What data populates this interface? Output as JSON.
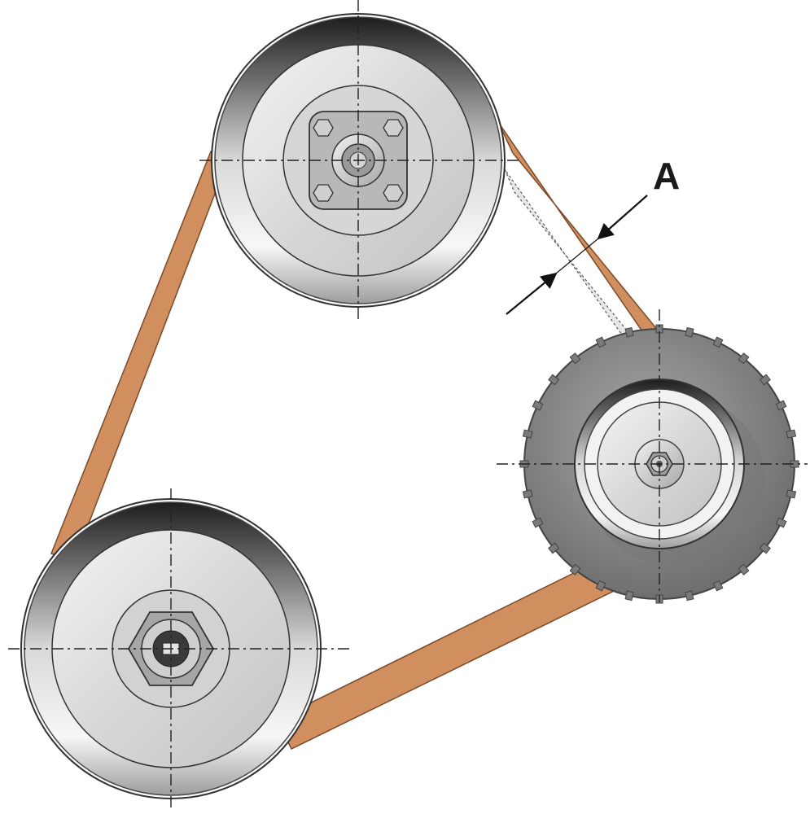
{
  "diagram": {
    "callout_label": "A",
    "colors": {
      "belt": "#d18f5f",
      "belt_edge": "#7a4a2a",
      "pulley_light": "#e6e6e6",
      "pulley_dark": "#2a2a2a",
      "tensioner_body": "#8a8a8a",
      "centerline": "#222222"
    },
    "components": [
      {
        "name": "top-pulley",
        "hub": "square-flange-with-4-bolts"
      },
      {
        "name": "bottom-left-pulley",
        "hub": "hex-nut-with-keyway"
      },
      {
        "name": "right-tensioner-pulley",
        "hub": "small-hex-nut",
        "body": "toothed-disc"
      }
    ]
  }
}
